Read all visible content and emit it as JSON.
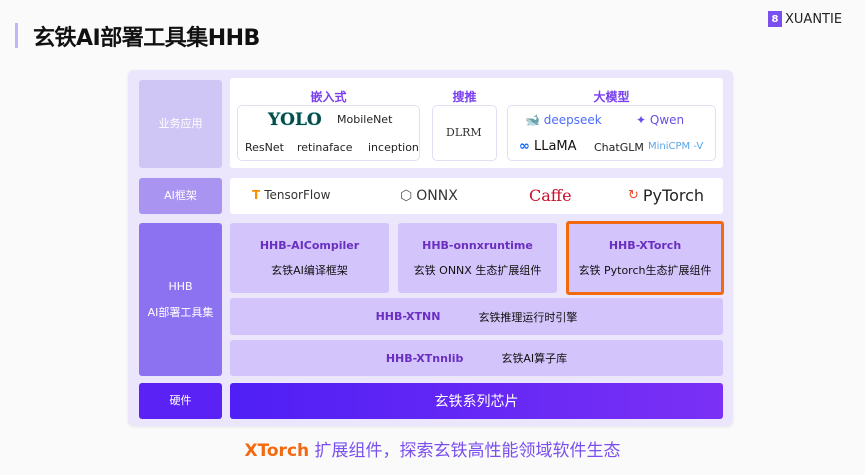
{
  "header": {
    "title": "玄铁AI部署工具集HHB",
    "logo_text": "XUANTIE",
    "logo_mark": "8"
  },
  "layers": {
    "apps": "业务应用",
    "framework": "AI框架",
    "toolkit_line1": "HHB",
    "toolkit_line2": "AI部署工具集",
    "hardware": "硬件"
  },
  "apps": {
    "embedded": {
      "title": "嵌入式",
      "items": [
        "YOLO",
        "MobileNet",
        "ResNet",
        "retinaface",
        "inception"
      ]
    },
    "recsys": {
      "title": "搜推",
      "items": [
        "DLRM"
      ]
    },
    "llm": {
      "title": "大模型",
      "items": [
        "deepseek",
        "Qwen",
        "LLaMA",
        "ChatGLM",
        "MiniCPM -V"
      ]
    }
  },
  "frameworks": [
    "TensorFlow",
    "ONNX",
    "Caffe",
    "PyTorch"
  ],
  "toolkit": {
    "modules": [
      {
        "name": "HHB-AICompiler",
        "desc": "玄铁AI编译框架"
      },
      {
        "name": "HHB-onnxruntime",
        "desc": "玄铁 ONNX 生态扩展组件"
      },
      {
        "name": "HHB-XTorch",
        "desc": "玄铁 Pytorch生态扩展组件"
      }
    ],
    "xtnn": {
      "name": "HHB-XTNN",
      "desc": "玄铁推理运行时引擎"
    },
    "xtnnlib": {
      "name": "HHB-XTnnlib",
      "desc": "玄铁AI算子库"
    }
  },
  "hardware": {
    "chips": "玄铁系列芯片"
  },
  "footer": {
    "highlight": "XTorch",
    "text": " 扩展组件，探索玄铁高性能领域软件生态"
  },
  "colors": {
    "accent": "#7a3ff0",
    "highlight": "#f26a10"
  }
}
